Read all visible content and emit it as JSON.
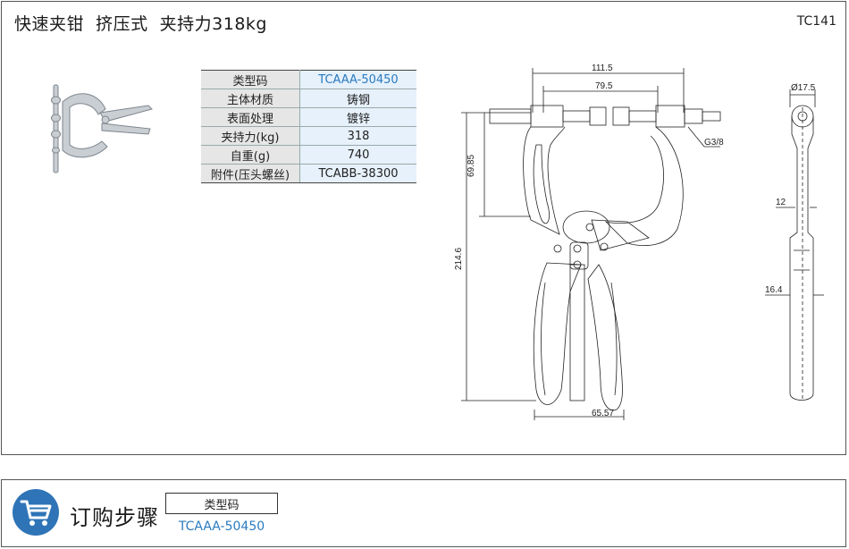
{
  "header": {
    "title": "快速夹钳  挤压式  夹持力318kg",
    "code": "TC141"
  },
  "spec_table": {
    "rows": [
      {
        "label": "类型码",
        "value": "TCAAA-50450"
      },
      {
        "label": "主体材质",
        "value": "铸钢"
      },
      {
        "label": "表面处理",
        "value": "镀锌"
      },
      {
        "label": "夹持力(kg)",
        "value": "318"
      },
      {
        "label": "自重(g)",
        "value": "740"
      },
      {
        "label": "附件(压头螺丝)",
        "value": "TCABB-38300"
      }
    ]
  },
  "drawing": {
    "dims": {
      "top_width": "111.5",
      "inner_width": "79.5",
      "thread": "G3/8",
      "upper_height": "69.85",
      "total_height": "214.6",
      "bottom_width": "65.57",
      "side_diameter": "Ø17.5",
      "side_thickness_upper": "12",
      "side_thickness_lower": "16.4"
    }
  },
  "order": {
    "icon": "shopping-cart-icon",
    "title": "订购步骤",
    "box_label": "类型码",
    "value": "TCAAA-50450"
  }
}
